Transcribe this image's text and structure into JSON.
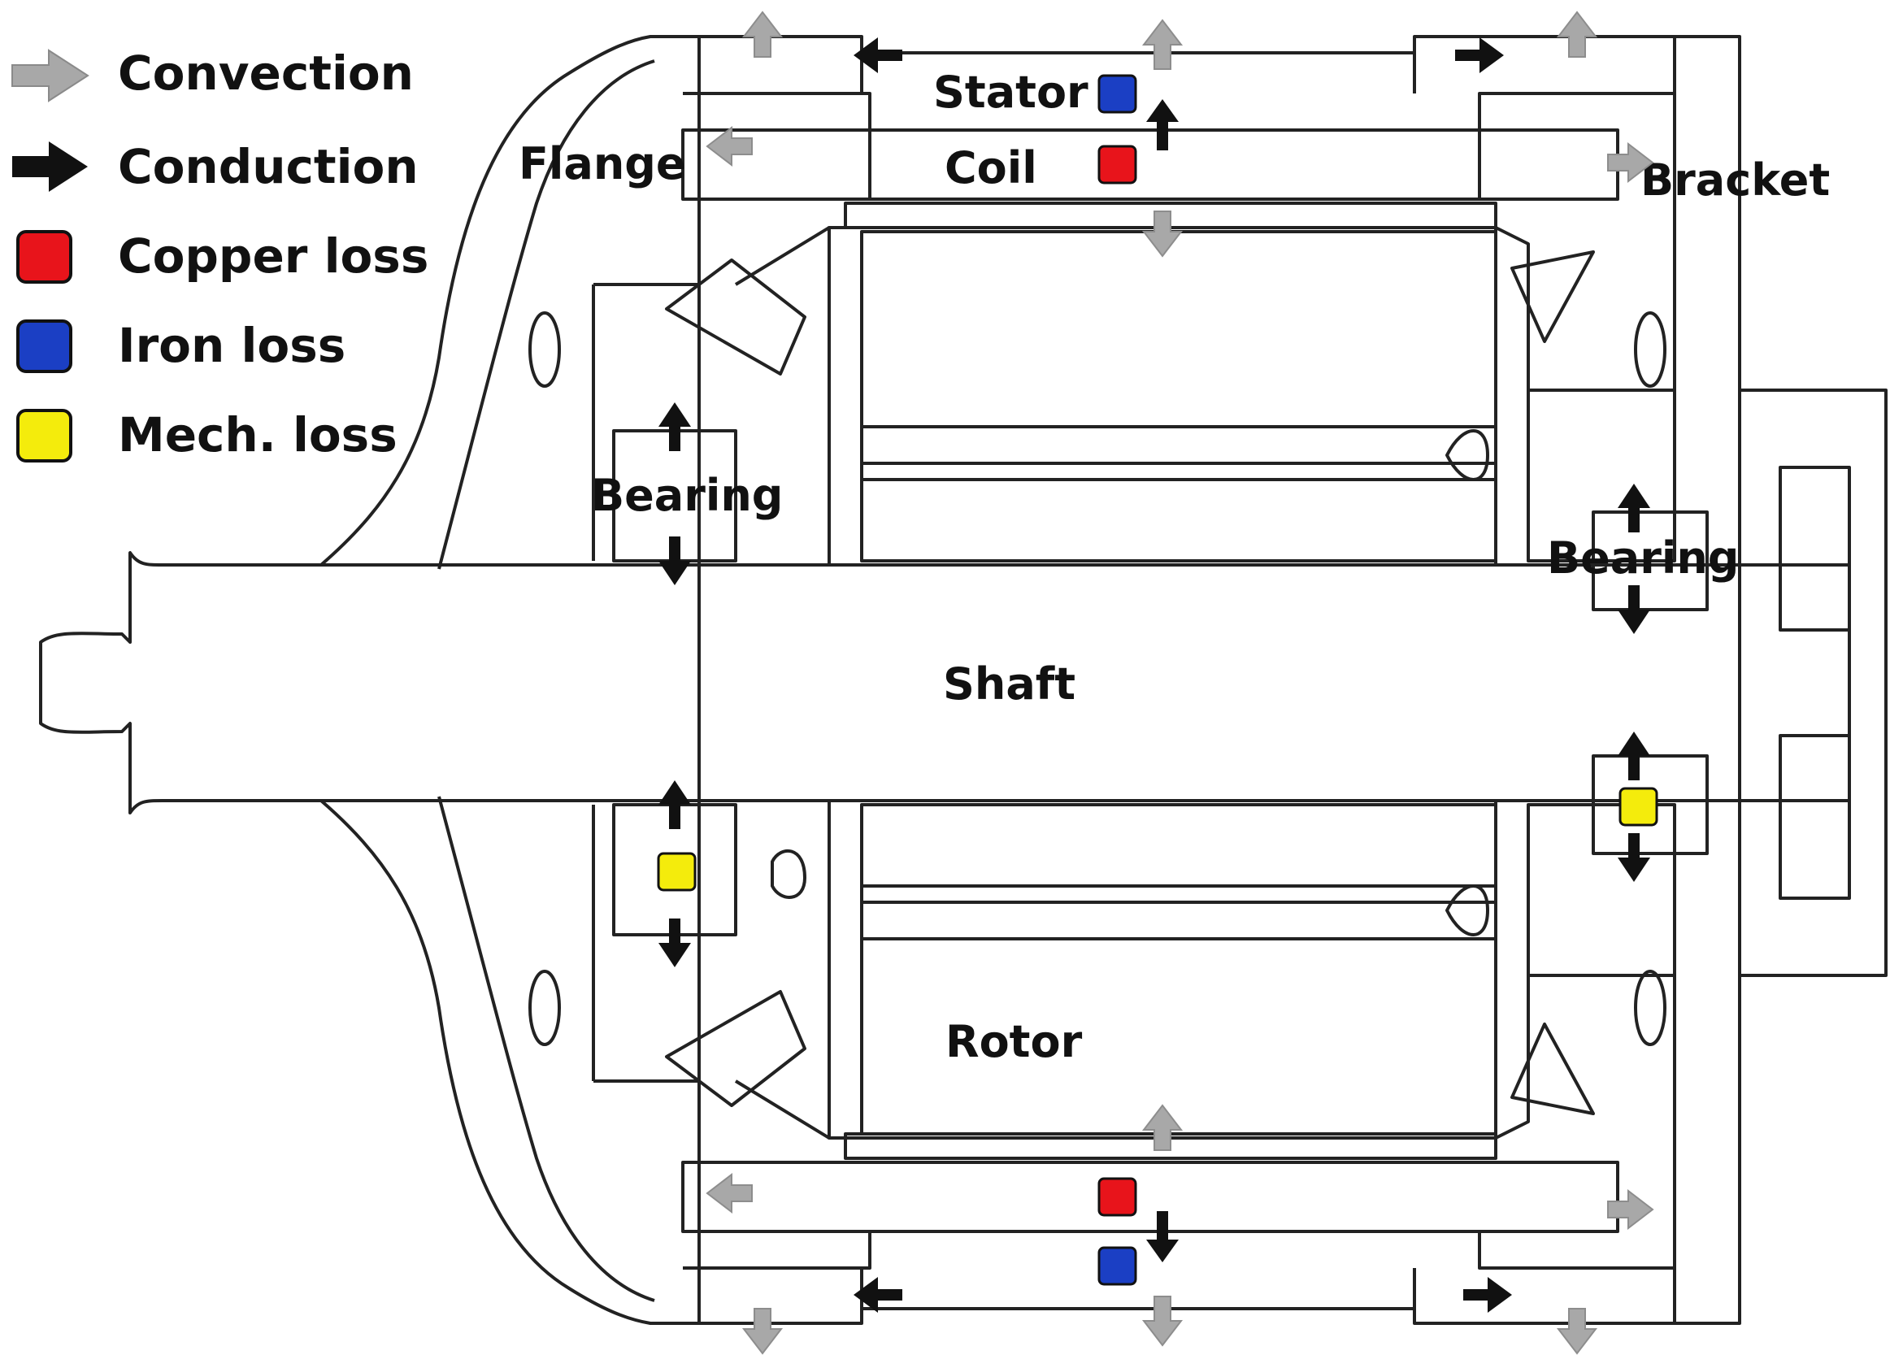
{
  "legend": {
    "items": [
      {
        "key": "convection",
        "label": "Convection",
        "symbol": "arrow",
        "color": "#a8a8a8"
      },
      {
        "key": "conduction",
        "label": "Conduction",
        "symbol": "arrow",
        "color": "#111111"
      },
      {
        "key": "copper",
        "label": "Copper loss",
        "symbol": "square",
        "color": "#e8141b"
      },
      {
        "key": "iron",
        "label": "Iron loss",
        "symbol": "square",
        "color": "#1b3fc4"
      },
      {
        "key": "mech",
        "label": "Mech. loss",
        "symbol": "square",
        "color": "#f4ec0c"
      }
    ]
  },
  "labels": {
    "stator": "Stator",
    "coil": "Coil",
    "flange": "Flange",
    "bracket": "Bracket",
    "bearing_left": "Bearing",
    "bearing_right": "Bearing",
    "shaft": "Shaft",
    "rotor": "Rotor"
  },
  "colors": {
    "line": "#222222",
    "convection": "#a8a8a8",
    "conduction": "#111111",
    "copper": "#e8141b",
    "iron": "#1b3fc4",
    "mech": "#f4ec0c"
  }
}
